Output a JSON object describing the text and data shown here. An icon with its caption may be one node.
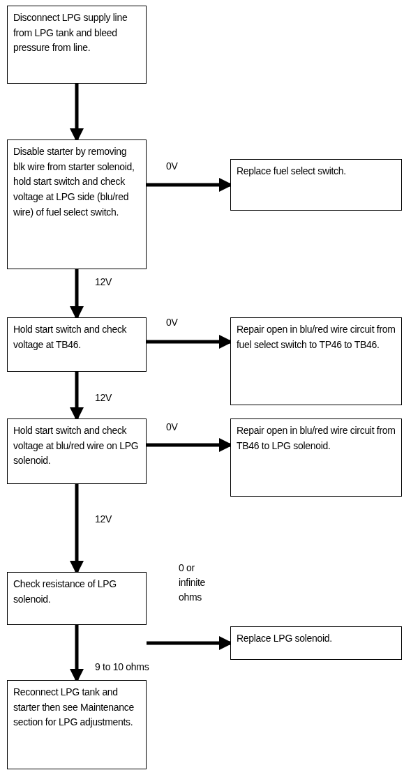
{
  "diagram": {
    "nodes": [
      {
        "text": [
          "Disconnect LPG supply line from LPG tank and bleed pressure from line."
        ]
      },
      {
        "text": [
          "Disable starter by removing blk wire from starter solenoid, hold start switch and check voltage at LPG side (blu/red wire) of fuel select switch."
        ]
      },
      {
        "text": [
          "Replace fuel select switch."
        ]
      },
      {
        "text": [
          "Hold start switch and check voltage at TB46."
        ]
      },
      {
        "text": [
          "Repair open in blu/red wire circuit from fuel select switch to TP46 to TB46."
        ]
      },
      {
        "text": [
          "Hold start switch and check voltage at blu/red wire on LPG solenoid."
        ]
      },
      {
        "text": [
          "Repair open in blu/red wire circuit from TB46 to LPG solenoid."
        ]
      },
      {
        "text": [
          "Check resistance of LPG solenoid."
        ]
      },
      {
        "text": [
          "Replace LPG solenoid."
        ]
      },
      {
        "text": [
          "Reconnect LPG tank and starter then see Maintenance section for LPG adjustments."
        ]
      }
    ],
    "edges": [
      {
        "from": 0,
        "to": 1,
        "arrow": "to"
      },
      {
        "from": 1,
        "to": 2,
        "arrow": "to",
        "label": "0V"
      },
      {
        "from": 1,
        "to": 3,
        "arrow": "to",
        "label": "12V"
      },
      {
        "from": 3,
        "to": 4,
        "arrow": "to",
        "label": "0V"
      },
      {
        "from": 3,
        "to": 5,
        "arrow": "to",
        "label": "12V"
      },
      {
        "from": 5,
        "to": 6,
        "arrow": "to",
        "label": "0V"
      },
      {
        "from": 5,
        "to": 7,
        "arrow": "to",
        "label": "12V"
      },
      {
        "from": 7,
        "to": 8,
        "arrow": "to",
        "label": "0 or infinite ohms"
      },
      {
        "from": 7,
        "to": 9,
        "arrow": "to",
        "label": "9 to 10 ohms"
      }
    ]
  }
}
